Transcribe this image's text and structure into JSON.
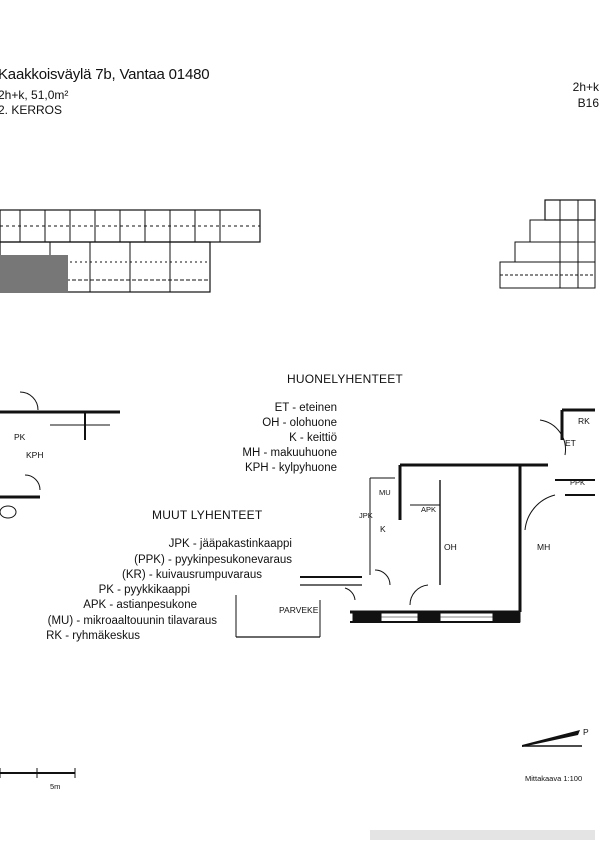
{
  "header": {
    "address": "Kaakkoisväylä 7b, Vantaa 01480",
    "area": "2h+k, 51,0m²",
    "floor": "2. KERROS",
    "type_code": "2h+k",
    "apartment_code": "B16"
  },
  "legend_rooms": {
    "heading": "HUONELYHENTEET",
    "items": [
      "ET - eteinen",
      "OH - olohuone",
      "K - keittiö",
      "MH - makuuhuone",
      "KPH - kylpyhuone"
    ]
  },
  "legend_other": {
    "heading": "MUUT LYHENTEET",
    "items": [
      "JPK - jääpakastinkaappi",
      "(PPK) - pyykinpesukonevaraus",
      "(KR) - kuivausrumpuvaraus",
      "PK - pyykkikaappi",
      "APK - astianpesukone",
      "(MU) - mikroaaltouunin tilavaraus",
      "RK - ryhmäkeskus"
    ]
  },
  "plan_labels": {
    "kph": "KPH",
    "pk": "PK",
    "rk": "RK",
    "et": "ET",
    "mu": "MU",
    "jpk": "JPK",
    "apk": "APK",
    "k": "K",
    "oh": "OH",
    "mh": "MH",
    "ppk": "PPK",
    "parveke": "PARVEKE"
  },
  "scale": {
    "meters": "5m",
    "label": "Mittakaava 1:100",
    "north": "P"
  },
  "colors": {
    "ink": "#111111",
    "highlight": "#777777"
  }
}
